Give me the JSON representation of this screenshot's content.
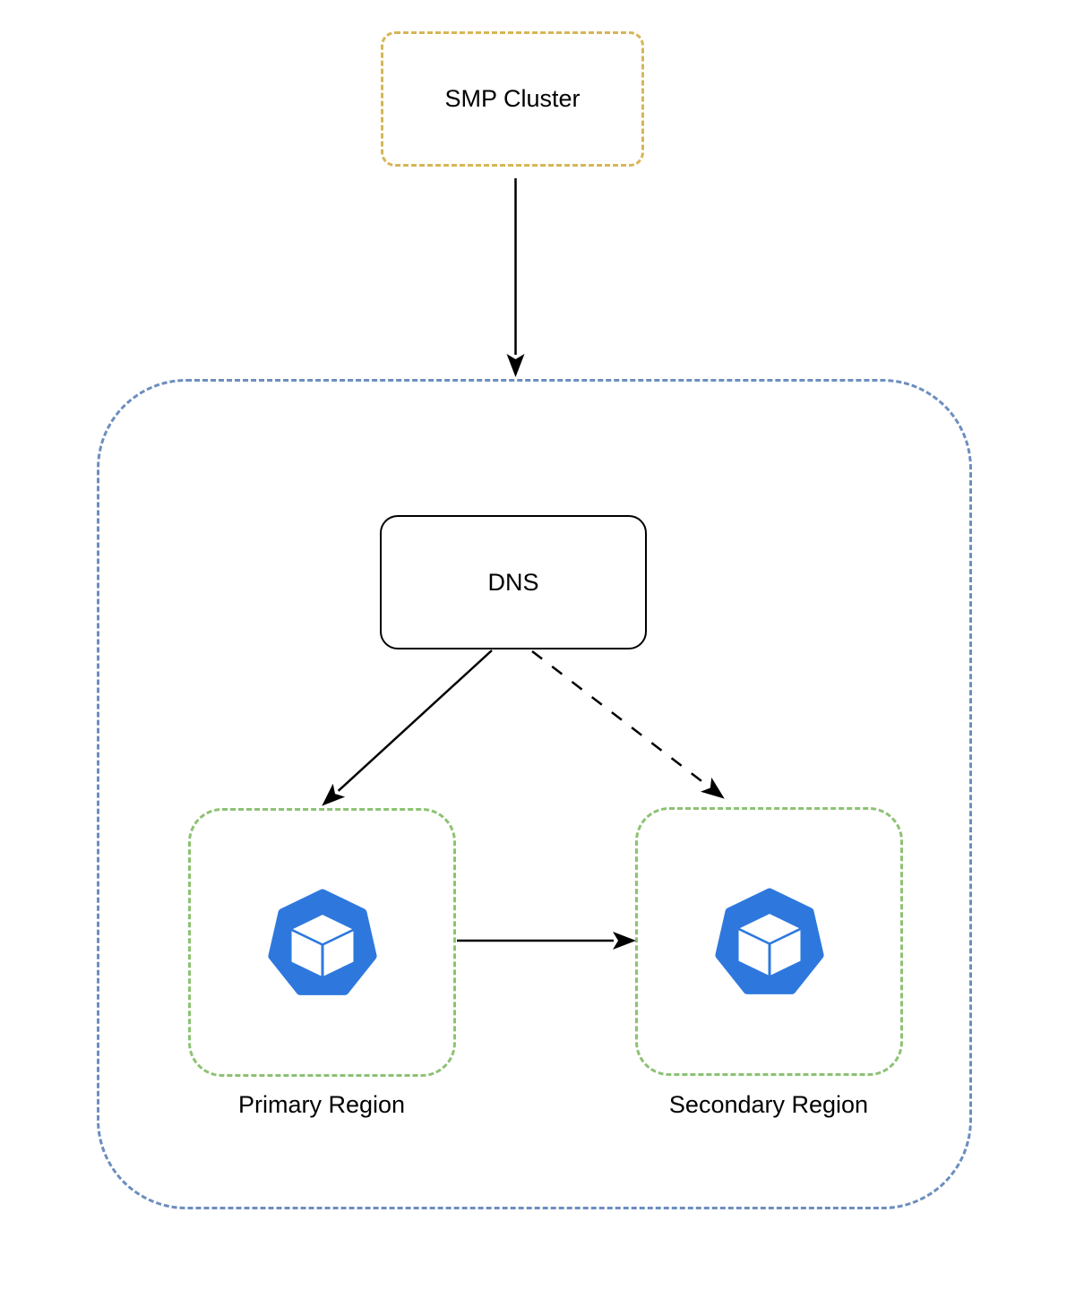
{
  "nodes": {
    "smp": {
      "label": "SMP Cluster",
      "border_color": "#d6b656",
      "shape": "dashed-rounded-rect"
    },
    "zone": {
      "border_color": "#6c8ebf",
      "shape": "dashed-rounded-container"
    },
    "dns": {
      "label": "DNS",
      "border_color": "#000000",
      "shape": "solid-rounded-rect"
    },
    "primary": {
      "label": "Primary Region",
      "border_color": "#8dc273",
      "icon": "kubernetes-node-icon",
      "icon_color": "#2e78dd"
    },
    "secondary": {
      "label": "Secondary Region",
      "border_color": "#8dc273",
      "icon": "kubernetes-node-icon",
      "icon_color": "#2e78dd"
    }
  },
  "edges": {
    "color": "#000000",
    "list": [
      {
        "from": "SMP Cluster",
        "to": "DNS zone container",
        "style": "solid-arrow"
      },
      {
        "from": "DNS",
        "to": "Primary Region",
        "style": "solid-arrow"
      },
      {
        "from": "DNS",
        "to": "Secondary Region",
        "style": "dashed-arrow"
      },
      {
        "from": "Primary Region",
        "to": "Secondary Region",
        "style": "solid-arrow"
      }
    ]
  }
}
